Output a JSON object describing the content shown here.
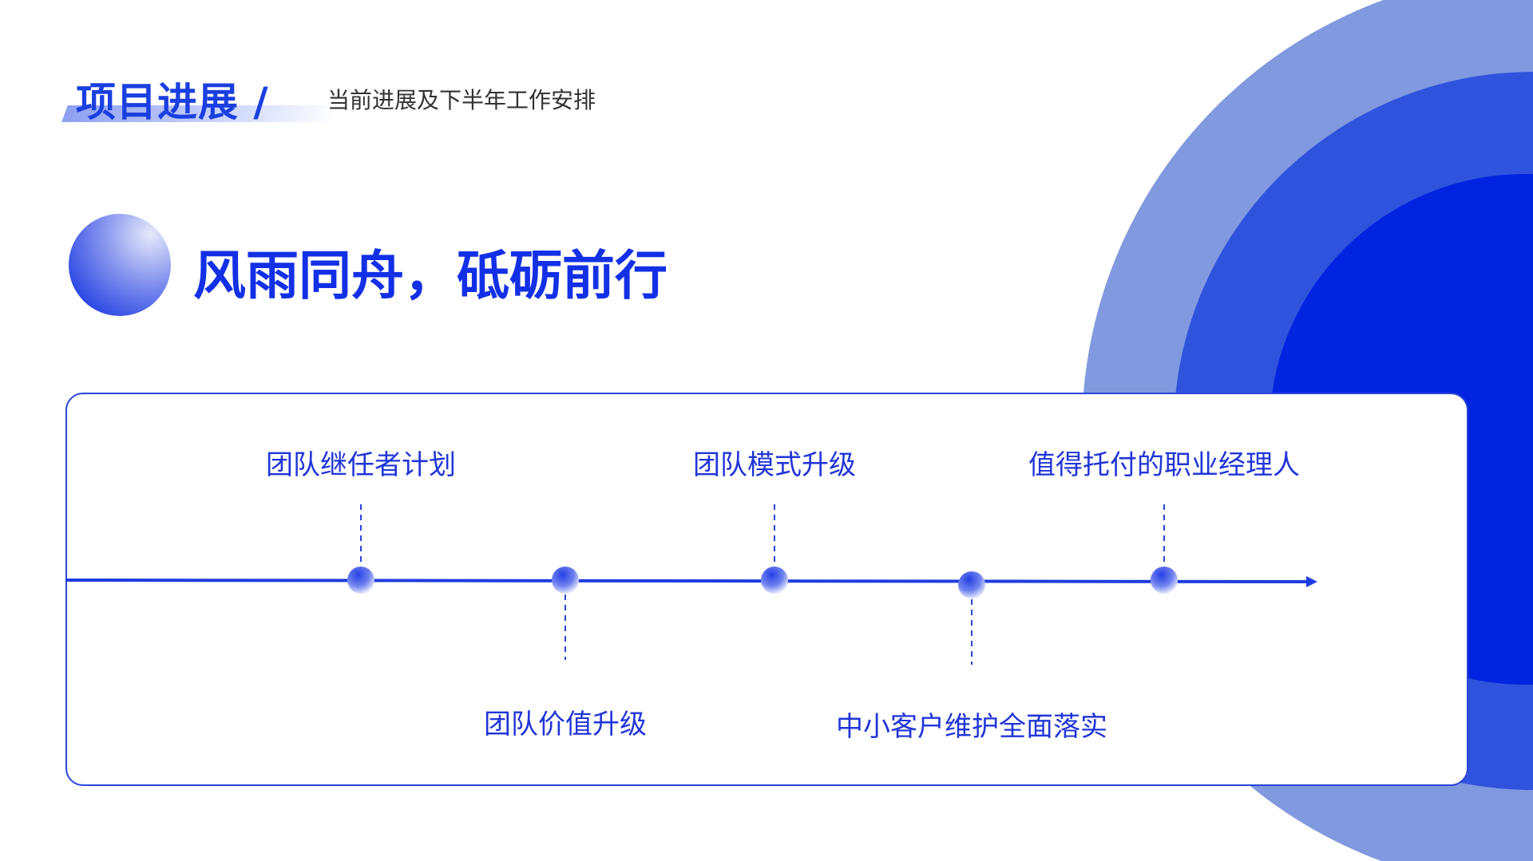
{
  "header": {
    "title": "项目进展 /",
    "subtitle": "当前进展及下半年工作安排"
  },
  "headline": "风雨同舟，砥砺前行",
  "timeline": {
    "items": [
      {
        "label": "团队继任者计划",
        "position": "top"
      },
      {
        "label": "团队价值升级",
        "position": "bottom"
      },
      {
        "label": "团队模式升级",
        "position": "top"
      },
      {
        "label": "中小客户维护全面落实",
        "position": "bottom"
      },
      {
        "label": "值得托付的职业经理人",
        "position": "top"
      }
    ]
  },
  "colors": {
    "accent": "#1330e6",
    "circle_outer": "#8099df",
    "circle_middle": "#3053dd",
    "circle_inner": "#0024e0"
  }
}
